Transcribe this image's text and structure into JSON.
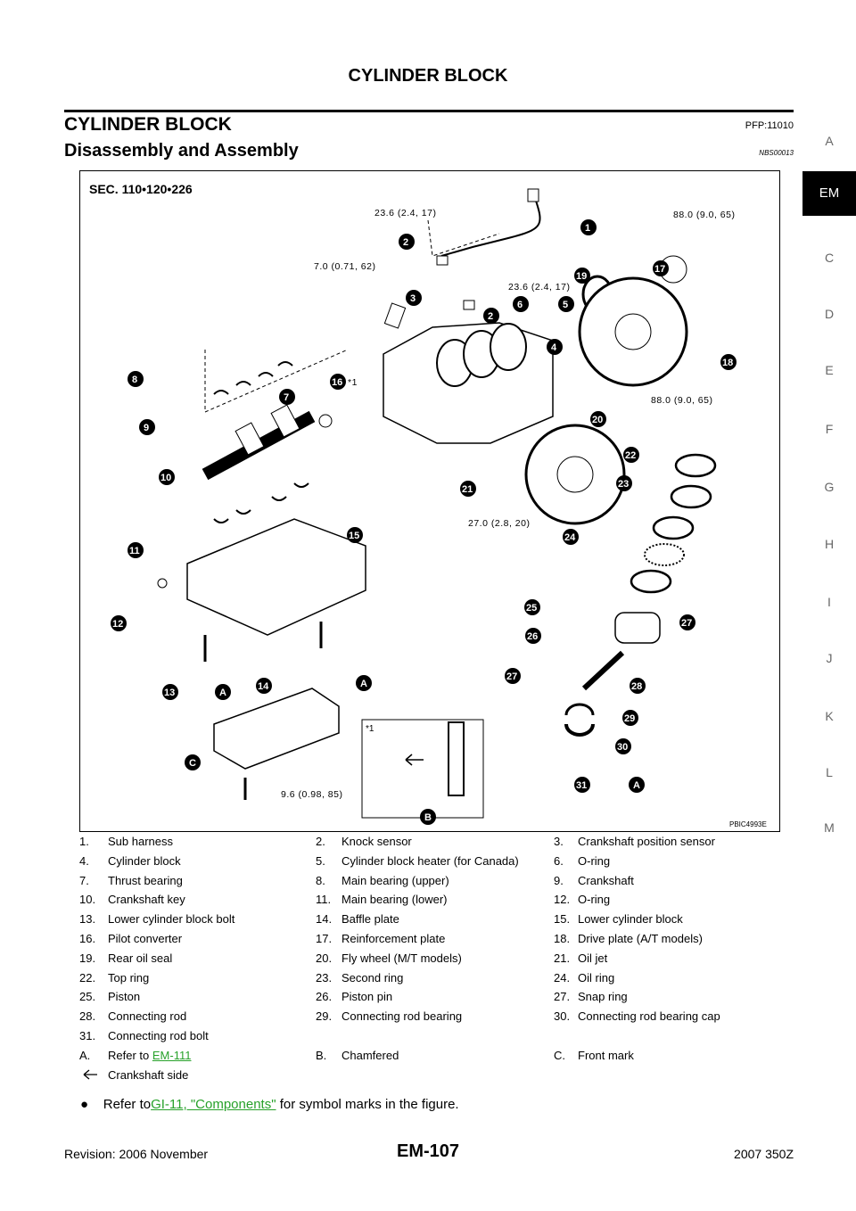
{
  "header": {
    "running_title": "CYLINDER BLOCK"
  },
  "section": {
    "title": "CYLINDER BLOCK",
    "code": "PFP:11010"
  },
  "subsection": {
    "title": "Disassembly and Assembly",
    "code": "NBS00013"
  },
  "side_tabs": [
    "A",
    "EM",
    "C",
    "D",
    "E",
    "F",
    "G",
    "H",
    "I",
    "J",
    "K",
    "L",
    "M"
  ],
  "active_tab": "EM",
  "figure": {
    "sec_label": "SEC. 110•120•226",
    "figure_id": "PBIC4993E",
    "torque_labels": [
      "23.6 (2.4, 17)",
      "88.0 (9.0, 65)",
      "7.0 (0.71, 62)",
      "23.6 (2.4, 17)",
      "88.0 (9.0, 65)",
      "27.0 (2.8, 20)",
      "9.6 (0.98, 85)"
    ],
    "inset_label": "*1",
    "star_label": "*1",
    "callout_numbers": [
      "1",
      "2",
      "2",
      "3",
      "4",
      "5",
      "6",
      "7",
      "8",
      "9",
      "10",
      "11",
      "12",
      "13",
      "14",
      "15",
      "16",
      "17",
      "18",
      "19",
      "20",
      "21",
      "22",
      "23",
      "24",
      "25",
      "26",
      "27",
      "27",
      "28",
      "29",
      "30",
      "31"
    ],
    "callout_letters": [
      "A",
      "A",
      "A",
      "B",
      "C"
    ]
  },
  "legend": {
    "items": [
      [
        "1.",
        "Sub harness",
        "2.",
        "Knock sensor",
        "3.",
        "Crankshaft position sensor"
      ],
      [
        "4.",
        "Cylinder block",
        "5.",
        "Cylinder block heater (for Canada)",
        "6.",
        "O-ring"
      ],
      [
        "7.",
        "Thrust bearing",
        "8.",
        "Main bearing (upper)",
        "9.",
        "Crankshaft"
      ],
      [
        "10.",
        "Crankshaft key",
        "11.",
        "Main bearing (lower)",
        "12.",
        "O-ring"
      ],
      [
        "13.",
        "Lower cylinder block bolt",
        "14.",
        "Baffle plate",
        "15.",
        "Lower cylinder block"
      ],
      [
        "16.",
        "Pilot converter",
        "17.",
        "Reinforcement plate",
        "18.",
        "Drive plate (A/T models)"
      ],
      [
        "19.",
        "Rear oil seal",
        "20.",
        "Fly wheel (M/T models)",
        "21.",
        "Oil jet"
      ],
      [
        "22.",
        "Top ring",
        "23.",
        "Second ring",
        "24.",
        "Oil ring"
      ],
      [
        "25.",
        "Piston",
        "26.",
        "Piston pin",
        "27.",
        "Snap ring"
      ],
      [
        "28.",
        "Connecting rod",
        "29.",
        "Connecting rod bearing",
        "30.",
        "Connecting rod bearing cap"
      ],
      [
        "31.",
        "Connecting rod bolt",
        "",
        "",
        "",
        ""
      ]
    ],
    "letter_row": {
      "a_prefix": "A.",
      "a_text": "Refer to",
      "a_link": "EM-111",
      "b_prefix": "B.",
      "b_text": "Chamfered",
      "c_prefix": "C.",
      "c_text": "Front mark"
    },
    "arrow_text": "Crankshaft side"
  },
  "note": {
    "text_before": "Refer to",
    "link": "GI-11, \"Components\"",
    "text_after": " for symbol marks in the figure."
  },
  "footer": {
    "left": "Revision: 2006 November",
    "center": "EM-107",
    "right": "2007 350Z"
  }
}
